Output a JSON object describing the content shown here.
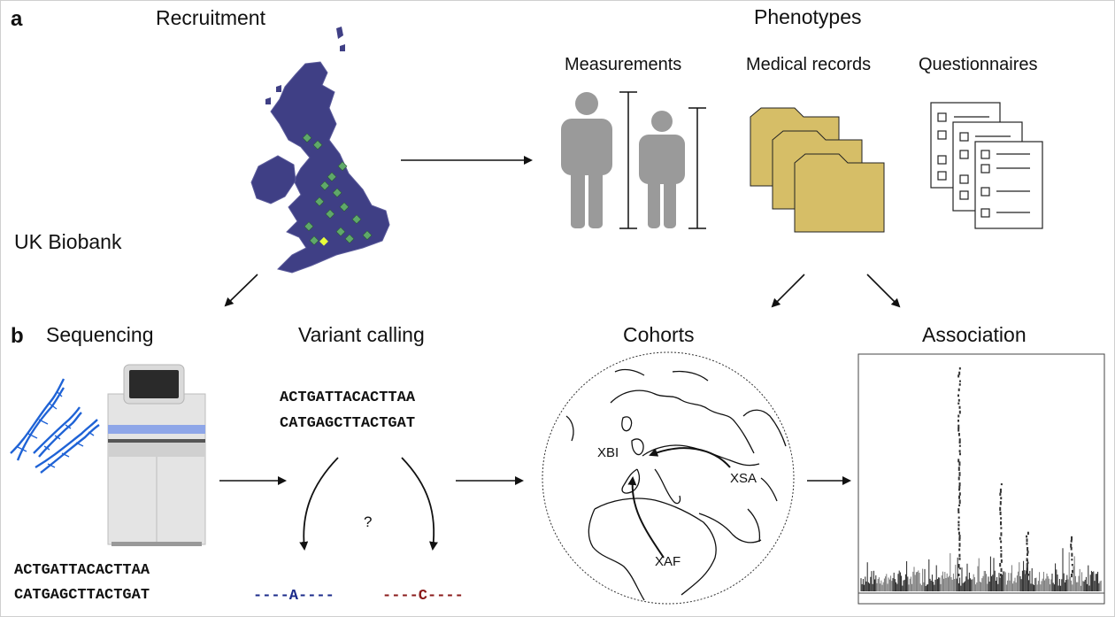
{
  "panel_a": {
    "letter": "a",
    "recruitment": "Recruitment",
    "biobank": "UK Biobank",
    "phenotypes": "Phenotypes",
    "measurements": "Measurements",
    "medical_records": "Medical records",
    "questionnaires": "Questionnaires"
  },
  "panel_b": {
    "letter": "b",
    "sequencing": "Sequencing",
    "variant_calling": "Variant calling",
    "cohorts": "Cohorts",
    "association": "Association",
    "seq_line1": "ACTGATTACACTTAA",
    "seq_line2": "CATGAGCTTACTGAT",
    "call_line1": "ACTGATTACACTTAA",
    "call_line2": "CATGAGCTTACTGAT",
    "question_mark": "?",
    "variant_a": "----A----",
    "variant_c": "----C----",
    "variant_a_color": "#1a2a8a",
    "variant_c_color": "#8a1a1a",
    "cohort_xbi": "XBI",
    "cohort_xsa": "XSA",
    "cohort_xaf": "XAF"
  },
  "colors": {
    "map_fill": "#3f3f85",
    "map_marker": "#5fa86a",
    "map_hot": "#e8ff3a",
    "folder": "#d6be67",
    "person": "#9a9a9a",
    "dna": "#1f63d6"
  }
}
